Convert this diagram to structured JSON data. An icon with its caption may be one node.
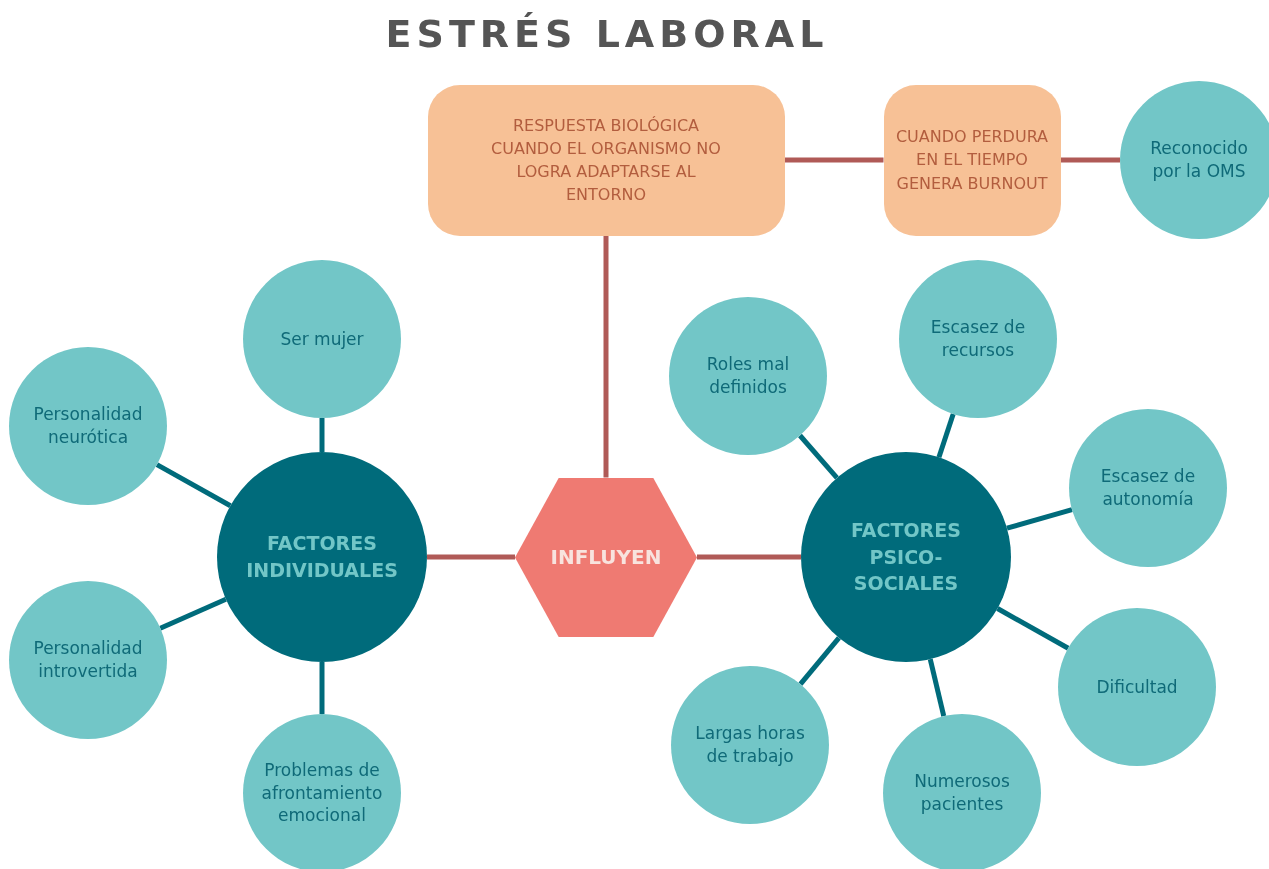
{
  "diagram": {
    "title": "ESTRÉS LABORAL",
    "nodes": [
      {
        "text": [
          "RESPUESTA BIOLÓGICA CUANDO EL ORGANISMO NO LOGRA ADAPTARSE AL ENTORNO"
        ]
      },
      {
        "text": [
          "CUANDO PERDURA EN EL TIEMPO GENERA BURNOUT"
        ]
      },
      {
        "text": [
          "Reconocido por la OMS"
        ]
      },
      {
        "text": [
          "Ser mujer"
        ]
      },
      {
        "text": [
          "Personalidad neurótica"
        ]
      },
      {
        "text": [
          "Roles mal definidos"
        ]
      },
      {
        "text": [
          "Escasez de recursos"
        ]
      },
      {
        "text": [
          "Escasez de autonomía"
        ]
      },
      {
        "text": [
          "FACTORES INDIVIDUALES"
        ]
      },
      {
        "text": [
          "INFLUYEN"
        ]
      },
      {
        "text": [
          "FACTORES PSICO- SOCIALES"
        ]
      },
      {
        "text": [
          "Personalidad introvertida"
        ]
      },
      {
        "text": [
          "Dificultad"
        ]
      },
      {
        "text": [
          "Largas horas de trabajo"
        ]
      },
      {
        "text": [
          "Problemas de afrontamiento emocional"
        ]
      },
      {
        "text": [
          "Numerosos pacientes"
        ]
      }
    ],
    "edges": [
      {
        "from": 0,
        "to": 1,
        "arrow": "none",
        "color": "#b05a57"
      },
      {
        "from": 1,
        "to": 2,
        "arrow": "none",
        "color": "#b05a57"
      },
      {
        "from": 0,
        "to": 9,
        "arrow": "none",
        "color": "#b05a57"
      },
      {
        "from": 8,
        "to": 9,
        "arrow": "none",
        "color": "#b05a57"
      },
      {
        "from": 9,
        "to": 10,
        "arrow": "none",
        "color": "#b05a57"
      },
      {
        "from": 8,
        "to": 3,
        "arrow": "none"
      },
      {
        "from": 8,
        "to": 4,
        "arrow": "none"
      },
      {
        "from": 8,
        "to": 11,
        "arrow": "none"
      },
      {
        "from": 8,
        "to": 14,
        "arrow": "none"
      },
      {
        "from": 10,
        "to": 5,
        "arrow": "none"
      },
      {
        "from": 10,
        "to": 6,
        "arrow": "none"
      },
      {
        "from": 10,
        "to": 7,
        "arrow": "none"
      },
      {
        "from": 10,
        "to": 12,
        "arrow": "none"
      },
      {
        "from": 10,
        "to": 15,
        "arrow": "none"
      },
      {
        "from": 10,
        "to": 13,
        "arrow": "none"
      }
    ]
  }
}
